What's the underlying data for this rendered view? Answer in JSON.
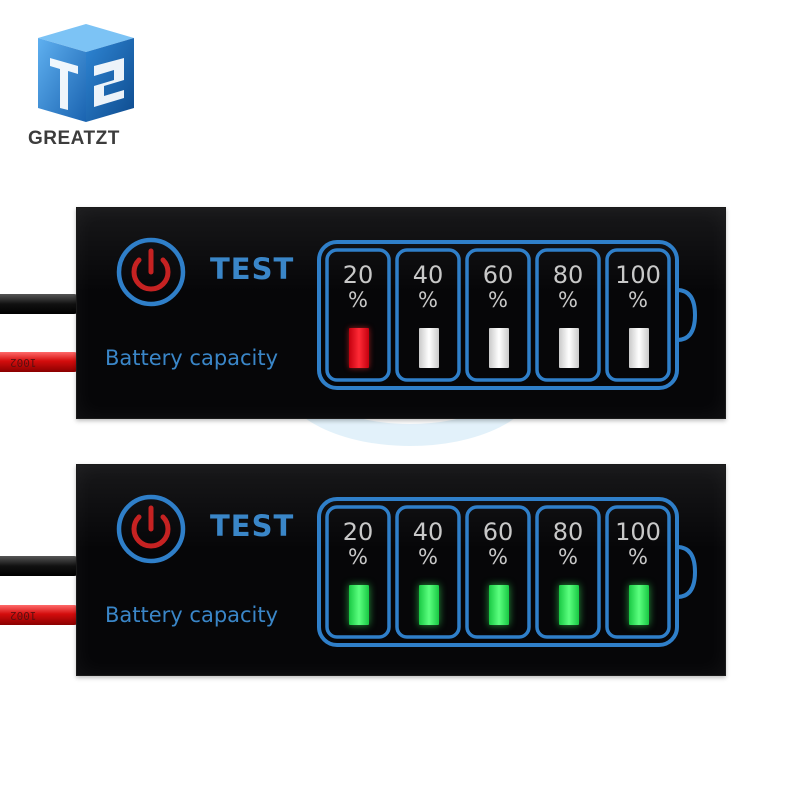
{
  "brand": {
    "name": "GREATZT",
    "logo_icon": "tz-cube-logo-icon"
  },
  "colors": {
    "brand_blue": "#1f74c6",
    "panel": "#060608",
    "text_blue": "#3a86c8",
    "led_red": "#ff2a36",
    "led_green": "#5bff7f",
    "led_white": "#ffffff"
  },
  "wire_print": {
    "top": "1002",
    "bottom": "1002"
  },
  "modules": [
    {
      "test_label": "TEST",
      "capacity_label": "Battery capacity",
      "power_icon": "power-icon",
      "cells": [
        {
          "value": "20",
          "unit": "%",
          "led": "red"
        },
        {
          "value": "40",
          "unit": "%",
          "led": "white"
        },
        {
          "value": "60",
          "unit": "%",
          "led": "white"
        },
        {
          "value": "80",
          "unit": "%",
          "led": "white"
        },
        {
          "value": "100",
          "unit": "%",
          "led": "white"
        }
      ]
    },
    {
      "test_label": "TEST",
      "capacity_label": "Battery capacity",
      "power_icon": "power-icon",
      "cells": [
        {
          "value": "20",
          "unit": "%",
          "led": "green"
        },
        {
          "value": "40",
          "unit": "%",
          "led": "green"
        },
        {
          "value": "60",
          "unit": "%",
          "led": "green"
        },
        {
          "value": "80",
          "unit": "%",
          "led": "green"
        },
        {
          "value": "100",
          "unit": "%",
          "led": "green"
        }
      ]
    }
  ]
}
